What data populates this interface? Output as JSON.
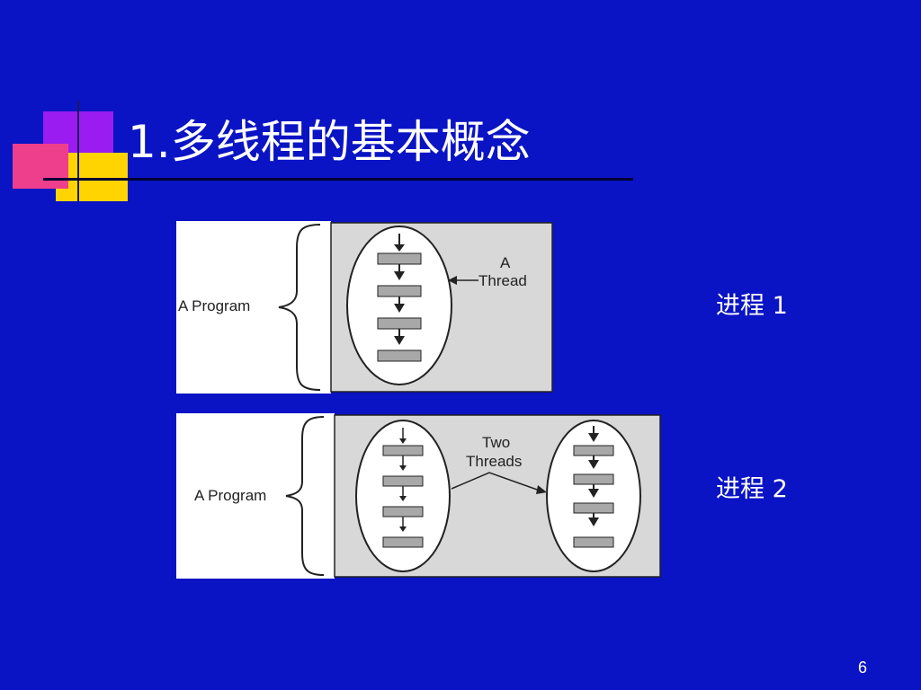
{
  "slide": {
    "title": "1.多线程的基本概念",
    "page_number": "6"
  },
  "process_labels": [
    "进程  1",
    "进程  2"
  ],
  "diagram_1": {
    "program_label": "A Program",
    "thread_label_line1": "A",
    "thread_label_line2": "Thread"
  },
  "diagram_2": {
    "program_label": "A Program",
    "threads_label_line1": "Two",
    "threads_label_line2": "Threads"
  },
  "colors": {
    "background": "#0a14c4",
    "deco_purple": "#9b1cf0",
    "deco_pink": "#ee3f8c",
    "deco_yellow": "#ffd400",
    "panel_gray": "#d8d8d8"
  }
}
